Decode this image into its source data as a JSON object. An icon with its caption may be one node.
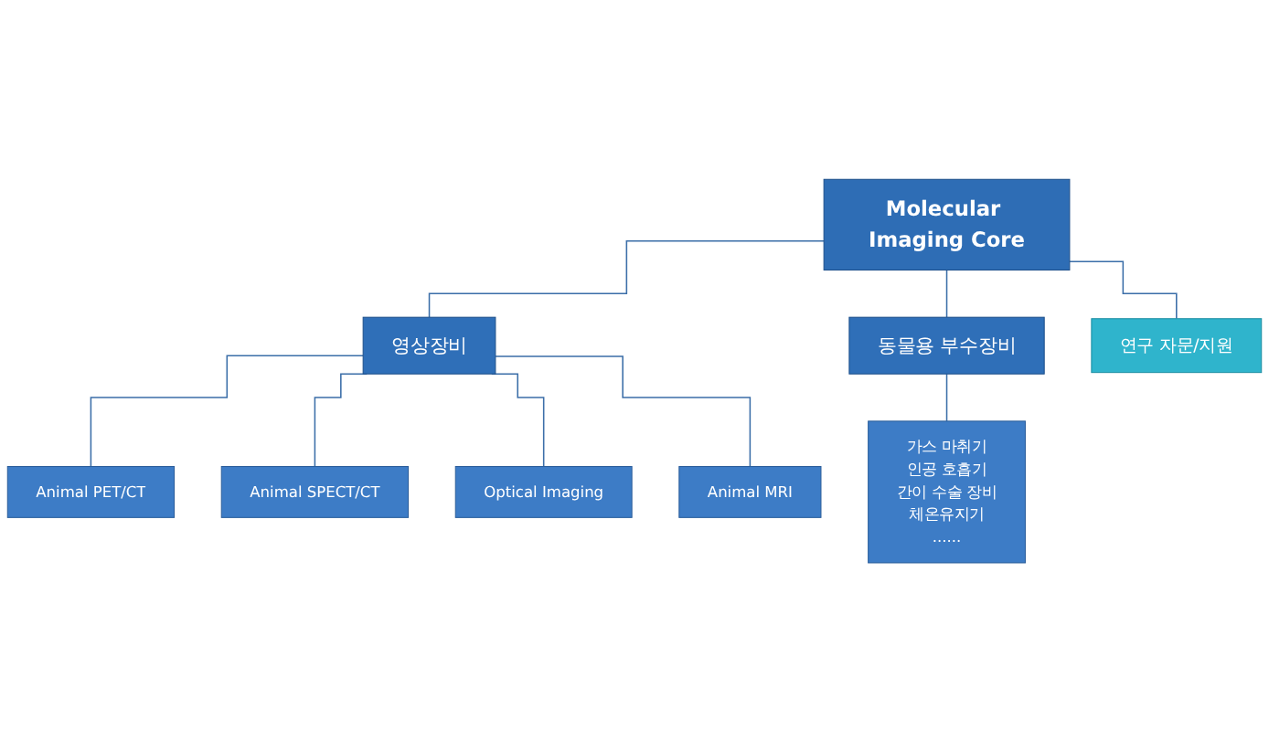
{
  "diagram": {
    "nodes": [
      {
        "text": [
          "Molecular Imaging Core"
        ]
      },
      {
        "text": [
          "연구 자문/지원"
        ]
      },
      {
        "text": [
          "영상장비"
        ]
      },
      {
        "text": [
          "동물용 부수장비"
        ]
      },
      {
        "text": [
          "Animal PET/CT"
        ]
      },
      {
        "text": [
          "Animal SPECT/CT"
        ]
      },
      {
        "text": [
          "Optical Imaging"
        ]
      },
      {
        "text": [
          "Animal MRI"
        ]
      },
      {
        "text": [
          "가스 마취기",
          "인공 호흡기",
          "간이 수술 장비",
          "체온유지기",
          "......"
        ]
      }
    ],
    "edges": [
      {
        "from": 0,
        "to": 1,
        "arrow": "none"
      },
      {
        "from": 0,
        "to": 2,
        "arrow": "none"
      },
      {
        "from": 0,
        "to": 3,
        "arrow": "none"
      },
      {
        "from": 2,
        "to": 4,
        "arrow": "none"
      },
      {
        "from": 2,
        "to": 5,
        "arrow": "none"
      },
      {
        "from": 2,
        "to": 6,
        "arrow": "none"
      },
      {
        "from": 2,
        "to": 7,
        "arrow": "none"
      },
      {
        "from": 3,
        "to": 8,
        "arrow": "none"
      }
    ]
  }
}
